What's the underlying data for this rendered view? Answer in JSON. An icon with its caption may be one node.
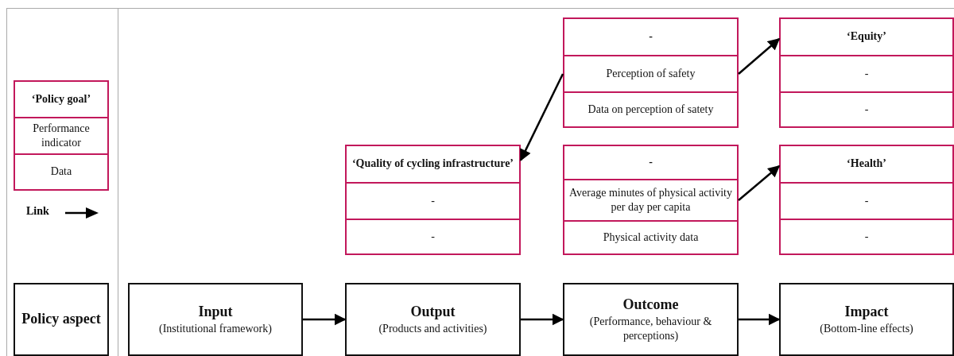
{
  "diagram": {
    "nodes": [
      {
        "text": [
          "‘Policy goal’"
        ]
      },
      {
        "text": [
          "Performance indicator"
        ]
      },
      {
        "text": [
          "Data"
        ]
      },
      {
        "text": [
          "-"
        ]
      },
      {
        "text": [
          "Perception of safety"
        ]
      },
      {
        "text": [
          "Data on perception of satety"
        ]
      },
      {
        "text": [
          "‘Equity’"
        ]
      },
      {
        "text": [
          "-"
        ]
      },
      {
        "text": [
          "-"
        ]
      },
      {
        "text": [
          "‘Quality of cycling infrastructure’"
        ]
      },
      {
        "text": [
          "-"
        ]
      },
      {
        "text": [
          "-"
        ]
      },
      {
        "text": [
          "-"
        ]
      },
      {
        "text": [
          "Average minutes of physical activity per day per capita"
        ]
      },
      {
        "text": [
          "Physical activity data"
        ]
      },
      {
        "text": [
          "‘Health’"
        ]
      },
      {
        "text": [
          "-"
        ]
      },
      {
        "text": [
          "-"
        ]
      },
      {
        "text": [
          "Policy aspect"
        ]
      },
      {
        "text": [
          "Input",
          "(Institutional framework)"
        ]
      },
      {
        "text": [
          "Output",
          "(Products and activities)"
        ]
      },
      {
        "text": [
          "Outcome",
          "(Performance, behaviour & perceptions)"
        ]
      },
      {
        "text": [
          "Impact",
          "(Bottom-line effects)"
        ]
      }
    ],
    "edges": [
      {
        "from": 4,
        "to": 9,
        "arrow": "to"
      },
      {
        "from": 4,
        "to": 6,
        "arrow": "to"
      },
      {
        "from": 13,
        "to": 15,
        "arrow": "to"
      },
      {
        "from": 19,
        "to": 20,
        "arrow": "to"
      },
      {
        "from": 20,
        "to": 21,
        "arrow": "to"
      },
      {
        "from": 21,
        "to": 22,
        "arrow": "to"
      }
    ],
    "legend": [
      {
        "text": "Link"
      }
    ]
  }
}
